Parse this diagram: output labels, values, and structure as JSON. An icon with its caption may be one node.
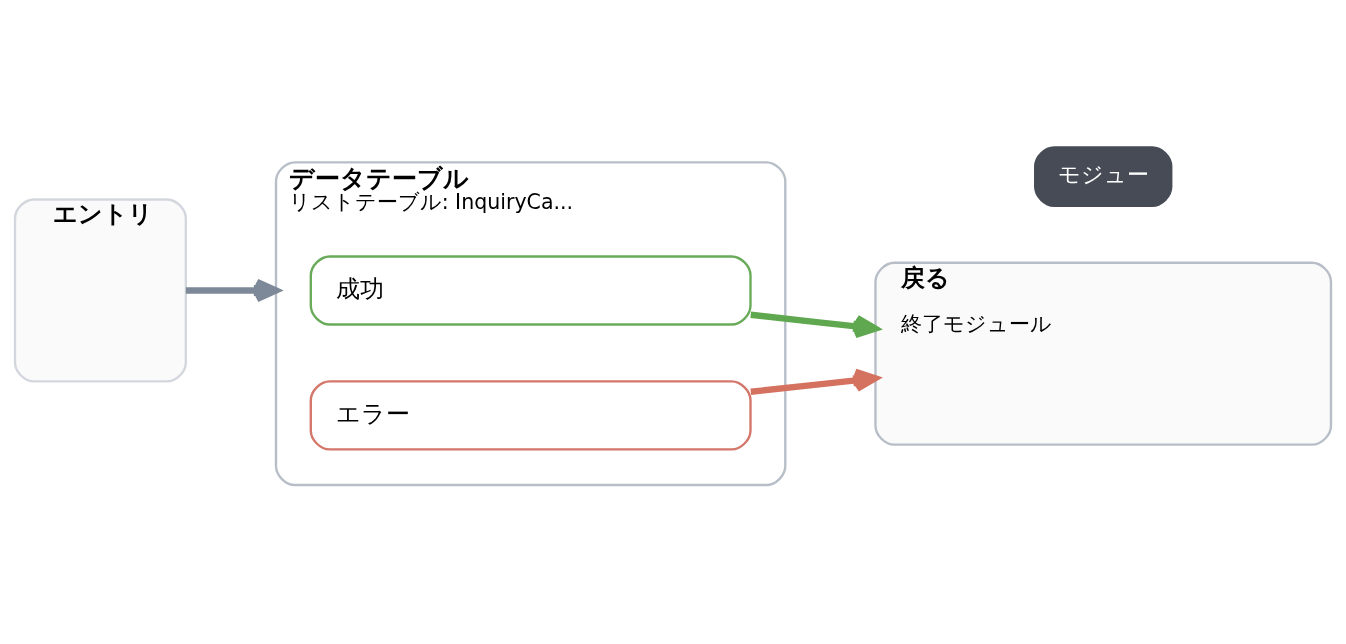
{
  "diagram": {
    "nodes": [
      {
        "text": [
          "エントリ"
        ]
      },
      {
        "text": [
          "データテーブル",
          "リストテーブル: InquiryCa..."
        ]
      },
      {
        "text": [
          "成功"
        ],
        "in": 1
      },
      {
        "text": [
          "エラー"
        ],
        "in": 1
      },
      {
        "text": [
          "戻る",
          "終了モジュール"
        ]
      }
    ],
    "edges": [
      {
        "from": 0,
        "to": 1,
        "arrow": "to",
        "color": "#7d8998"
      },
      {
        "from": 2,
        "to": 4,
        "arrow": "to",
        "color": "#5fa84f"
      },
      {
        "from": 3,
        "to": 4,
        "arrow": "to",
        "color": "#d4715f"
      }
    ],
    "labels": [
      "モジュー"
    ]
  }
}
